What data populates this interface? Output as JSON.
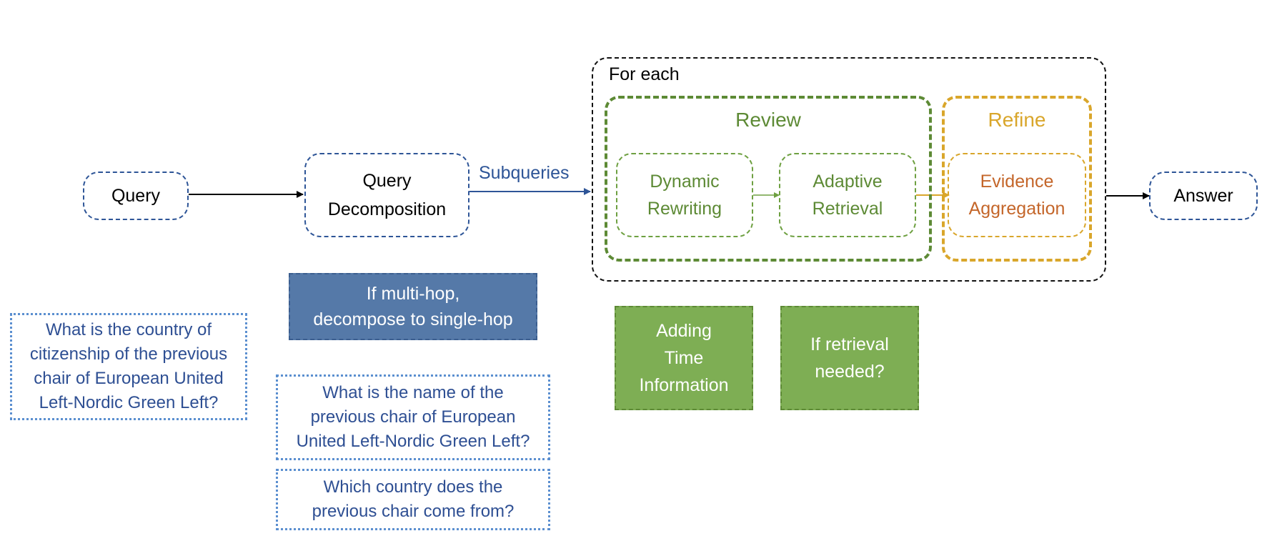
{
  "nodes": {
    "query": "Query",
    "decomposition_line1": "Query",
    "decomposition_line2": "Decomposition",
    "answer": "Answer"
  },
  "edges": {
    "subqueries": "Subqueries"
  },
  "loop": {
    "label": "For each",
    "review": {
      "title": "Review",
      "title_color": "#5d8a35",
      "dynamic_rewriting": [
        "Dynamic",
        "Rewriting"
      ],
      "adaptive_retrieval": [
        "Adaptive",
        "Retrieval"
      ]
    },
    "refine": {
      "title": "Refine",
      "title_color": "#d9a62b",
      "evidence_aggregation": [
        "Evidence",
        "Aggregation"
      ]
    }
  },
  "annotations": {
    "multi_hop": [
      "If multi-hop,",
      "decompose to single-hop"
    ],
    "adding_time": [
      "Adding",
      "Time",
      "Information"
    ],
    "retrieval_needed": [
      "If retrieval",
      "needed?"
    ]
  },
  "examples": {
    "original_query": [
      "What is the country of",
      "citizenship of the previous",
      "chair of European United",
      "Left-Nordic Green Left?"
    ],
    "subquery_1": [
      "What is the name of the",
      "previous chair of European",
      "United Left-Nordic Green Left?"
    ],
    "subquery_2": [
      "Which country does the",
      "previous chair come from?"
    ]
  },
  "colors": {
    "blue": "#2e5597",
    "green": "#5d8a35",
    "gold": "#d9a62b",
    "orange": "#c4662a"
  }
}
